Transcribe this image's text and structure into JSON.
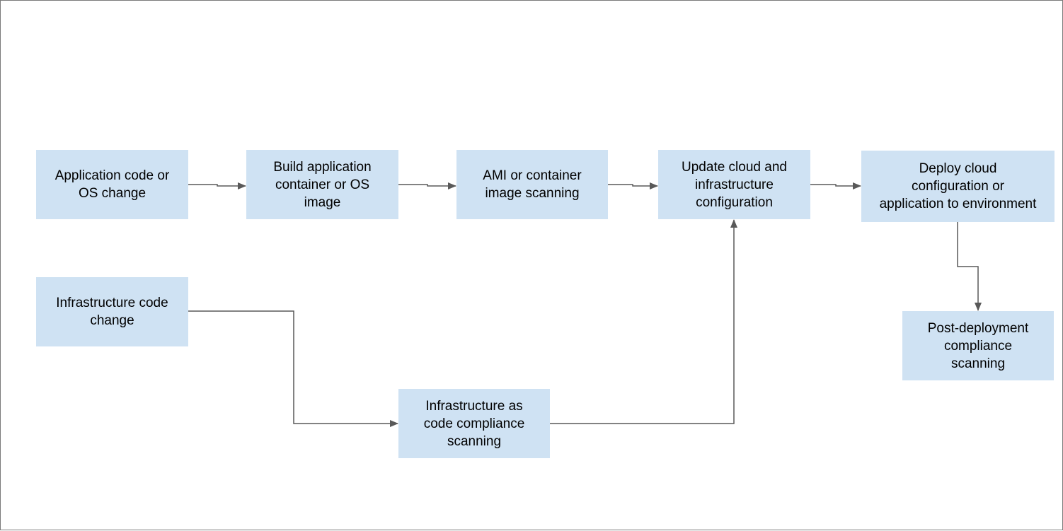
{
  "diagram": {
    "nodes": {
      "app_change": "Application code or\nOS change",
      "build": "Build application\ncontainer or OS\nimage",
      "ami_scan": "AMI or container\nimage scanning",
      "update_config": "Update cloud and\ninfrastructure\nconfiguration",
      "deploy": "Deploy cloud\nconfiguration or\napplication to environment",
      "infra_change": "Infrastructure code\nchange",
      "iac_scan": "Infrastructure as\ncode compliance\nscanning",
      "post_deploy_scan": "Post-deployment\ncompliance\nscanning"
    },
    "edges": [
      [
        "app_change",
        "build"
      ],
      [
        "build",
        "ami_scan"
      ],
      [
        "ami_scan",
        "update_config"
      ],
      [
        "update_config",
        "deploy"
      ],
      [
        "deploy",
        "post_deploy_scan"
      ],
      [
        "infra_change",
        "iac_scan"
      ],
      [
        "iac_scan",
        "update_config"
      ]
    ],
    "colors": {
      "node_fill": "#cfe2f3",
      "connector": "#595959",
      "frame": "#7a7a7a"
    }
  }
}
